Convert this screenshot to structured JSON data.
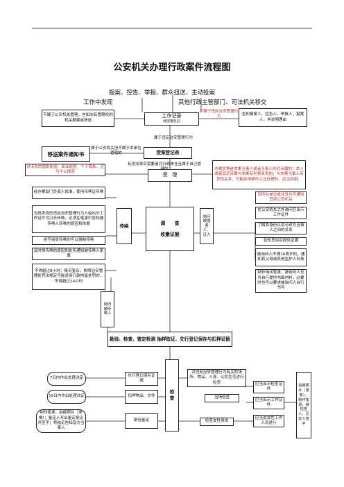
{
  "title": "公安机关办理行政案件流程图",
  "sources": {
    "line1": "报案、控告、举报、群众扭送、主动投案",
    "left": "工作中发现",
    "right": "其他行政主管部门、司法机关移交"
  },
  "work_record": {
    "title": "工作记录",
    "note": "（接受警登记）"
  },
  "not_jurisdiction": "不属于公安机关管辖，告知向有管辖权的机关报案或移送",
  "not_violation": "不属于违反治安管理行为",
  "inform_victims": "告知报案人、控告人、举报人、投案人，并说明理由",
  "belongs_violation": "属于违反治安管理行为",
  "transfer_notice": "移送案件通知书",
  "belongs_public_security": "属于公安机关但不属于本单位管辖的",
  "register_form": "受案登记表",
  "investigate_note": "有违法事实需要追究行政责任且属于自己管辖的",
  "accept": "受　理",
  "avoid_rule": "办案民警是本案当事人或者当事人的近亲属的；本人或者其近亲属与本案有利害关系的；与本案当事人有其他关系，可能影响案件公正处理的，应当回避。",
  "confidential": "对涉及的国家秘密、商业秘密、个人隐私，应当予以保密",
  "summon_approval": "经办案部门负责人批准，使用传唤证传唤",
  "summon_verbal": "当场发现的违反治安管理行为人经出示工作证件可口头传唤，必须在笔录中告知被传唤人传唤的原因和依据",
  "summon": "传唤",
  "refuse_summon": "拒不接受传唤的可以强制传唤",
  "notify_family": "及时将传唤的原因和处所通知被传唤人家属",
  "time_limit": "不得超过8小时；情况复杂，依照治安管理处罚法规定可能适用行政拘留处罚的，不得超过24小时",
  "investigation": {
    "title": "调　　查",
    "sub": "收集证据"
  },
  "interrogate_mid": "询问被侵害人、证人",
  "interrogate_left": "询问被传唤人",
  "places": [
    "到所在单位或住处也可通知其到公安机关",
    "在公安机关之外询问应出示工作证件",
    "了解其身份以及与双方当事人之间的关系",
    "告知其如实提供证据"
  ],
  "minor_rule": "被询问人不满16周岁的，通知其父母或其他监护人到场",
  "record_rule": "制作询问笔录；被询问人也可自行提供书面材料，必要时也可以要求被询问人自行书写",
  "evidence_header": "勘验、检查、鉴定检测 抽样取证、先行登记保存与扣押证据",
  "within7": "7日内作出处理决定",
  "within15": "15日内作出处理决定",
  "photo_record": "制作笔录、拍摄照片（录像）；鉴定人写出鉴定意见并签字；将结论告知双方当事人",
  "pre_register": "先行登记保存证据",
  "seize": "扣押物品、文件",
  "inspection_lab": "勘验鉴定",
  "inspect": "检　查",
  "site_inspect": "对违反治安管理行为有关的场所、物品、人身、公民住宅进行检查",
  "on_site": "当场检查",
  "female_body": "检查女性身体",
  "show_cert1": "应当出示检查证件",
  "show_cert2": "应当出示工作证件",
  "female_staff": "应当由女性工作人员进行",
  "right_photo": "拍摄照片（录像）、制作笔录，被检查人、见证人签字"
}
